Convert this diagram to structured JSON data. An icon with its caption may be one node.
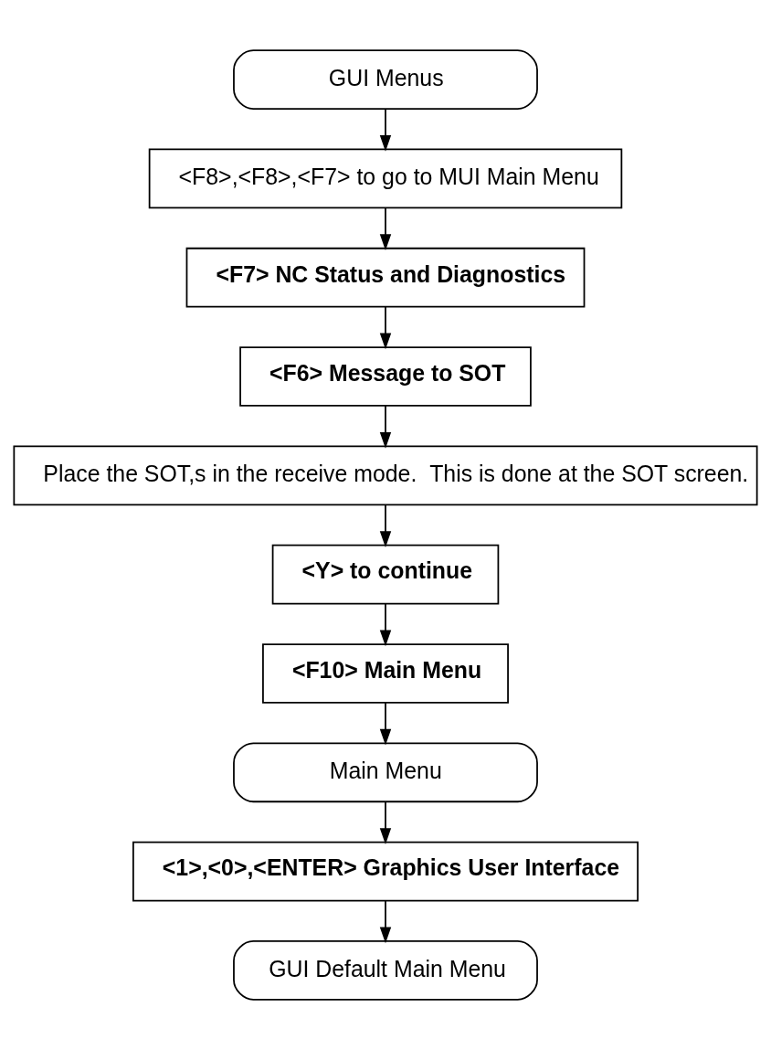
{
  "diagram": {
    "nodes": [
      {
        "text": [
          "GUI Menus"
        ]
      },
      {
        "text": [
          "<F8>,<F8>,<F7> to go to MUI Main Menu"
        ]
      },
      {
        "text": [
          "<F7> NC Status and Diagnostics"
        ]
      },
      {
        "text": [
          "<F6> Message to SOT"
        ]
      },
      {
        "text": [
          "Place the SOT,s in the receive mode.  This is done at the SOT screen."
        ]
      },
      {
        "text": [
          "<Y> to continue"
        ]
      },
      {
        "text": [
          "<F10> Main Menu"
        ]
      },
      {
        "text": [
          "Main Menu"
        ]
      },
      {
        "text": [
          "<1>,<0>,<ENTER> Graphics User Interface"
        ]
      },
      {
        "text": [
          "GUI Default Main Menu"
        ]
      }
    ],
    "edges": [
      {
        "from": 0,
        "to": 1,
        "arrow": "to"
      },
      {
        "from": 1,
        "to": 2,
        "arrow": "to"
      },
      {
        "from": 2,
        "to": 3,
        "arrow": "to"
      },
      {
        "from": 3,
        "to": 4,
        "arrow": "to"
      },
      {
        "from": 4,
        "to": 5,
        "arrow": "to"
      },
      {
        "from": 5,
        "to": 6,
        "arrow": "to"
      },
      {
        "from": 6,
        "to": 7,
        "arrow": "to"
      },
      {
        "from": 7,
        "to": 8,
        "arrow": "to"
      },
      {
        "from": 8,
        "to": 9,
        "arrow": "to"
      }
    ]
  }
}
